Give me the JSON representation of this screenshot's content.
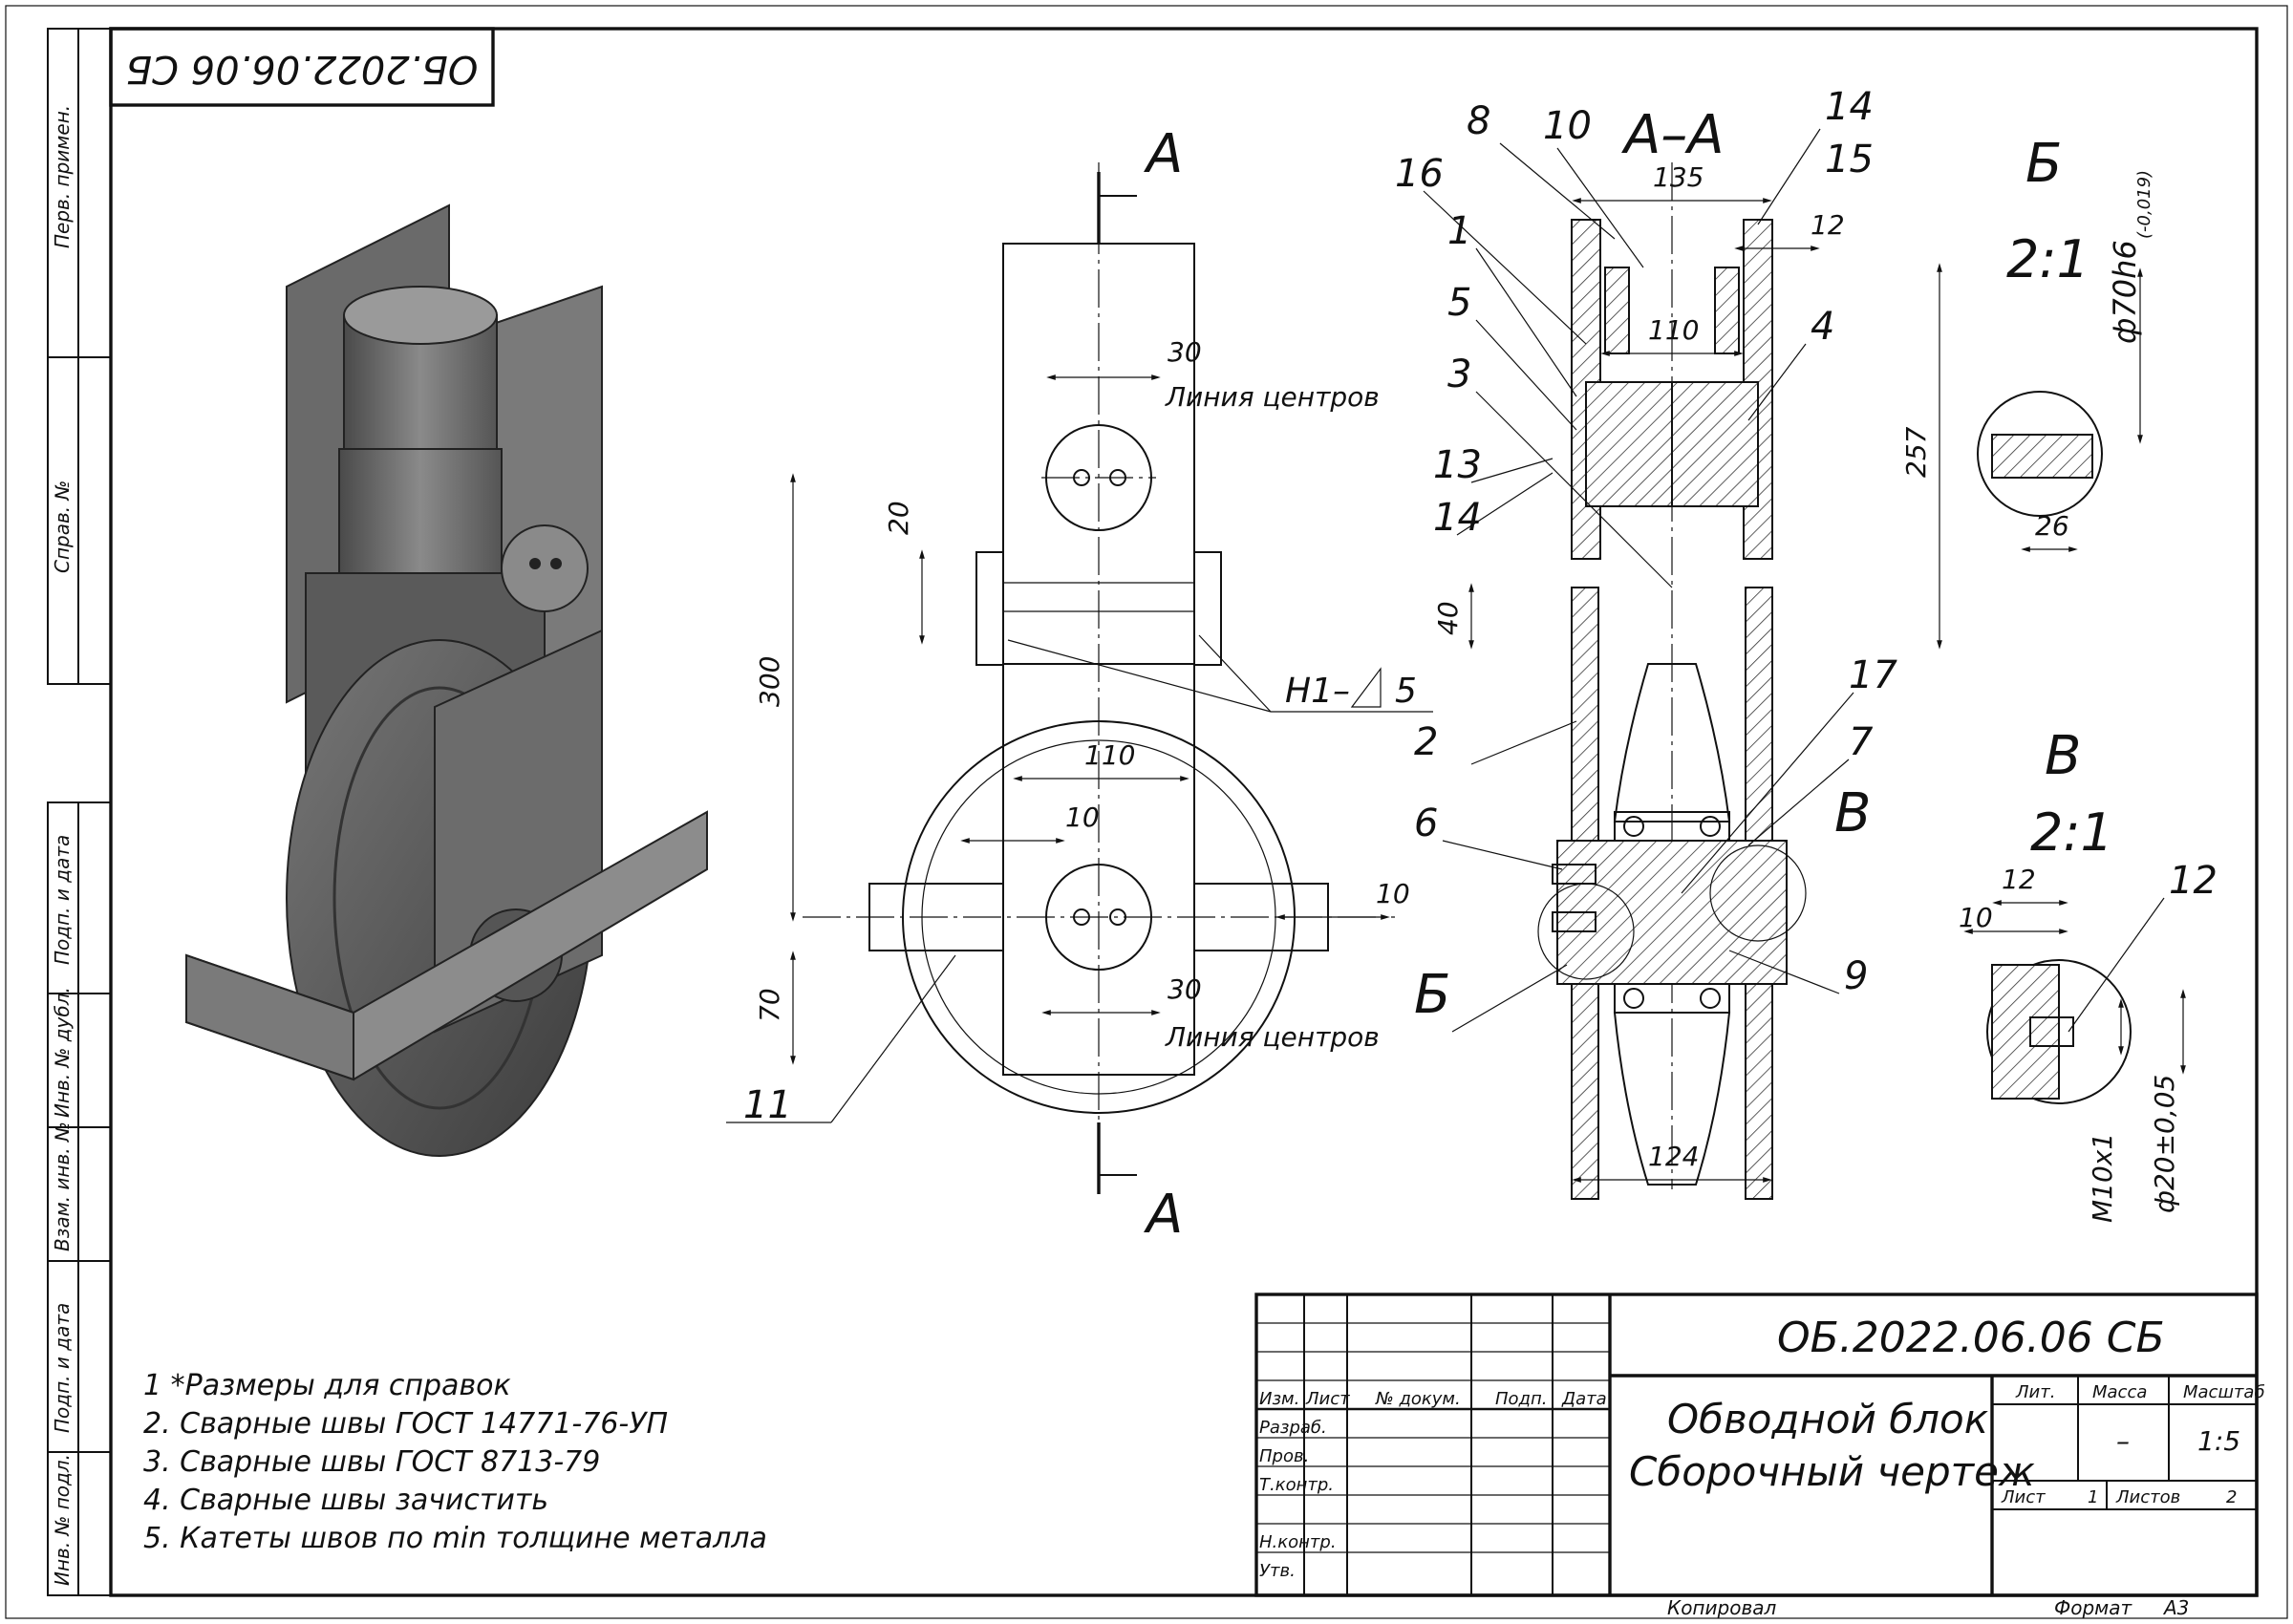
{
  "sheet": {
    "doc_code_top": "ОБ.2022.06.06 СБ",
    "side_labels": [
      "Перв. примен.",
      "Справ. №",
      "Подп. и дата",
      "Инв. № дубл.",
      "Взам. инв. №",
      "Подп. и дата",
      "Инв. № подл."
    ]
  },
  "front_view": {
    "section_marks": [
      "А",
      "А"
    ],
    "dims": [
      "30",
      "300",
      "20",
      "110",
      "10",
      "10",
      "30",
      "70"
    ],
    "centerline_label_top": "Линия центров",
    "centerline_label_bottom": "Линия центров",
    "weld_symbol": "Н1–",
    "weld_leg": "5",
    "leaders": [
      "2",
      "11"
    ]
  },
  "section_view": {
    "title": "А–А",
    "dims": [
      "135",
      "110",
      "12",
      "257",
      "40",
      "124"
    ],
    "callouts": [
      "8",
      "10",
      "14",
      "15",
      "16",
      "1",
      "5",
      "3",
      "13",
      "14",
      "4",
      "17",
      "7",
      "6",
      "9"
    ],
    "detail_refs": [
      "В",
      "Б"
    ]
  },
  "detail_b": {
    "title": "Б",
    "scale": "2:1",
    "dim_fit": "ф70h6",
    "dim_tol": "(-0,019)",
    "dim_width": "26"
  },
  "detail_v": {
    "title": "В",
    "scale": "2:1",
    "dims": [
      "12",
      "10"
    ],
    "callout": "12",
    "thread": "М10х1",
    "dia": "ф20±0,05"
  },
  "notes": [
    "1 *Размеры для справок",
    "2. Сварные швы ГОСТ 14771-76-УП",
    "3. Сварные швы ГОСТ 8713-79",
    "4. Сварные швы зачистить",
    "5. Катеты швов по min толщине металла"
  ],
  "title_block": {
    "doc_code": "ОБ.2022.06.06 СБ",
    "name_line1": "Обводной блок",
    "name_line2": "Сборочный чертеж",
    "col_headers": [
      "Изм.",
      "Лист",
      "№ докум.",
      "Подп.",
      "Дата"
    ],
    "rows": [
      "Разраб.",
      "Пров.",
      "Т.контр.",
      "Н.контр.",
      "Утв."
    ],
    "lit_label": "Лит.",
    "mass_label": "Масса",
    "scale_label": "Масштаб",
    "mass_value": "–",
    "scale_value": "1:5",
    "sheet_label": "Лист",
    "sheet_value": "1",
    "sheets_label": "Листов",
    "sheets_value": "2",
    "copied": "Копировал",
    "format_label": "Формат",
    "format_value": "А3"
  }
}
